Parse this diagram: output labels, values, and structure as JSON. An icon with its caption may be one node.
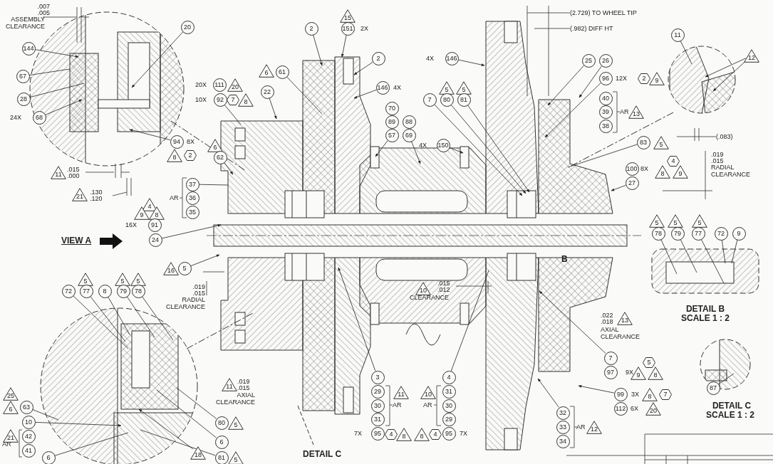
{
  "diagram": {
    "nodes": [
      {
        "text": [
          "15"
        ]
      },
      {
        "text": [
          "20"
        ]
      },
      {
        "text": [
          "2"
        ]
      },
      {
        "text": [
          "151"
        ]
      },
      {
        "text": [
          "144"
        ]
      },
      {
        "text": [
          "2"
        ]
      },
      {
        "text": [
          "146"
        ]
      },
      {
        "text": [
          "11"
        ]
      },
      {
        "text": [
          "12"
        ]
      },
      {
        "text": [
          "25"
        ]
      },
      {
        "text": [
          "26"
        ]
      },
      {
        "text": [
          "6"
        ]
      },
      {
        "text": [
          "61"
        ]
      },
      {
        "text": [
          "67"
        ]
      },
      {
        "text": [
          "96"
        ]
      },
      {
        "text": [
          "2"
        ]
      },
      {
        "text": [
          "9"
        ]
      },
      {
        "text": [
          "111"
        ]
      },
      {
        "text": [
          "20"
        ]
      },
      {
        "text": [
          "146"
        ]
      },
      {
        "text": [
          "5"
        ]
      },
      {
        "text": [
          "5"
        ]
      },
      {
        "text": [
          "22"
        ]
      },
      {
        "text": [
          "40"
        ]
      },
      {
        "text": [
          "28"
        ]
      },
      {
        "text": [
          "92"
        ]
      },
      {
        "text": [
          "7"
        ]
      },
      {
        "text": [
          "8"
        ]
      },
      {
        "text": [
          "7"
        ]
      },
      {
        "text": [
          "80"
        ]
      },
      {
        "text": [
          "81"
        ]
      },
      {
        "text": [
          "70"
        ]
      },
      {
        "text": [
          "39"
        ]
      },
      {
        "text": [
          "13"
        ]
      },
      {
        "text": [
          "68"
        ]
      },
      {
        "text": [
          "89"
        ]
      },
      {
        "text": [
          "88"
        ]
      },
      {
        "text": [
          "38"
        ]
      },
      {
        "text": [
          "57"
        ]
      },
      {
        "text": [
          "69"
        ]
      },
      {
        "text": [
          "94"
        ]
      },
      {
        "text": [
          "83"
        ]
      },
      {
        "text": [
          "5"
        ]
      },
      {
        "text": [
          "150"
        ]
      },
      {
        "text": [
          "6"
        ]
      },
      {
        "text": [
          "8"
        ]
      },
      {
        "text": [
          "2"
        ]
      },
      {
        "text": [
          "62"
        ]
      },
      {
        "text": [
          "4"
        ]
      },
      {
        "text": [
          "100"
        ]
      },
      {
        "text": [
          "8"
        ]
      },
      {
        "text": [
          "9"
        ]
      },
      {
        "text": [
          "11"
        ]
      },
      {
        "text": [
          "27"
        ]
      },
      {
        "text": [
          "37"
        ]
      },
      {
        "text": [
          "21"
        ]
      },
      {
        "text": [
          "36"
        ]
      },
      {
        "text": [
          "4"
        ]
      },
      {
        "text": [
          "35"
        ]
      },
      {
        "text": [
          "9"
        ]
      },
      {
        "text": [
          "8"
        ]
      },
      {
        "text": [
          "5"
        ]
      },
      {
        "text": [
          "5"
        ]
      },
      {
        "text": [
          "5"
        ]
      },
      {
        "text": [
          "91"
        ]
      },
      {
        "text": [
          "78"
        ]
      },
      {
        "text": [
          "79"
        ]
      },
      {
        "text": [
          "77"
        ]
      },
      {
        "text": [
          "72"
        ]
      },
      {
        "text": [
          "9"
        ]
      },
      {
        "text": [
          "24"
        ]
      },
      {
        "text": [
          "16"
        ]
      },
      {
        "text": [
          "5"
        ]
      },
      {
        "text": [
          "5"
        ]
      },
      {
        "text": [
          "5"
        ]
      },
      {
        "text": [
          "5"
        ]
      },
      {
        "text": [
          "10"
        ]
      },
      {
        "text": [
          "72"
        ]
      },
      {
        "text": [
          "77"
        ]
      },
      {
        "text": [
          "8"
        ]
      },
      {
        "text": [
          "79"
        ]
      },
      {
        "text": [
          "78"
        ]
      },
      {
        "text": [
          "13"
        ]
      },
      {
        "text": [
          "7"
        ]
      },
      {
        "text": [
          "5"
        ]
      },
      {
        "text": [
          "97"
        ]
      },
      {
        "text": [
          "9"
        ]
      },
      {
        "text": [
          "8"
        ]
      },
      {
        "text": [
          "3"
        ]
      },
      {
        "text": [
          "4"
        ]
      },
      {
        "text": [
          "11"
        ]
      },
      {
        "text": [
          "87"
        ]
      },
      {
        "text": [
          "29"
        ]
      },
      {
        "text": [
          "31"
        ]
      },
      {
        "text": [
          "11"
        ]
      },
      {
        "text": [
          "10"
        ]
      },
      {
        "text": [
          "25"
        ]
      },
      {
        "text": [
          "99"
        ]
      },
      {
        "text": [
          "8"
        ]
      },
      {
        "text": [
          "7"
        ]
      },
      {
        "text": [
          "30"
        ]
      },
      {
        "text": [
          "30"
        ]
      },
      {
        "text": [
          "6"
        ]
      },
      {
        "text": [
          "63"
        ]
      },
      {
        "text": [
          "112"
        ]
      },
      {
        "text": [
          "20"
        ]
      },
      {
        "text": [
          "32"
        ]
      },
      {
        "text": [
          "31"
        ]
      },
      {
        "text": [
          "29"
        ]
      },
      {
        "text": [
          "10"
        ]
      },
      {
        "text": [
          "80"
        ]
      },
      {
        "text": [
          "5"
        ]
      },
      {
        "text": [
          "33"
        ]
      },
      {
        "text": [
          "12"
        ]
      },
      {
        "text": [
          "95"
        ]
      },
      {
        "text": [
          "4"
        ]
      },
      {
        "text": [
          "8"
        ]
      },
      {
        "text": [
          "8"
        ]
      },
      {
        "text": [
          "4"
        ]
      },
      {
        "text": [
          "95"
        ]
      },
      {
        "text": [
          "21"
        ]
      },
      {
        "text": [
          "42"
        ]
      },
      {
        "text": [
          "6"
        ]
      },
      {
        "text": [
          "34"
        ]
      },
      {
        "text": [
          "41"
        ]
      },
      {
        "text": [
          "18"
        ]
      },
      {
        "text": [
          "6"
        ]
      },
      {
        "text": [
          "81"
        ]
      },
      {
        "text": [
          "5"
        ]
      }
    ],
    "edges": [
      {
        "from": 1,
        "to": null,
        "arrow": "to"
      },
      {
        "from": 2,
        "to": null,
        "arrow": "to"
      },
      {
        "from": 3,
        "to": null,
        "arrow": "to"
      },
      {
        "from": 4,
        "to": null,
        "arrow": "to"
      },
      {
        "from": 5,
        "to": null,
        "arrow": "to"
      },
      {
        "from": 6,
        "to": null,
        "arrow": "to"
      },
      {
        "from": 7,
        "to": null,
        "arrow": "none"
      },
      {
        "from": 8,
        "to": null,
        "arrow": "to"
      },
      {
        "from": 8,
        "to": null,
        "arrow": "to"
      },
      {
        "from": 9,
        "to": null,
        "arrow": "to"
      },
      {
        "from": 10,
        "to": null,
        "arrow": "to"
      },
      {
        "from": 12,
        "to": null,
        "arrow": "none"
      },
      {
        "from": 13,
        "to": null,
        "arrow": "none"
      },
      {
        "from": 14,
        "to": null,
        "arrow": "to"
      },
      {
        "from": 19,
        "to": null,
        "arrow": "to"
      },
      {
        "from": 22,
        "to": null,
        "arrow": "to"
      },
      {
        "from": 24,
        "to": null,
        "arrow": "none"
      },
      {
        "from": 25,
        "to": null,
        "arrow": "none"
      },
      {
        "from": 28,
        "to": null,
        "arrow": "to"
      },
      {
        "from": 29,
        "to": null,
        "arrow": "to"
      },
      {
        "from": 30,
        "to": null,
        "arrow": "to"
      },
      {
        "from": 34,
        "to": null,
        "arrow": "to"
      },
      {
        "from": 38,
        "to": null,
        "arrow": "to"
      },
      {
        "from": 39,
        "to": null,
        "arrow": "to"
      },
      {
        "from": 40,
        "to": null,
        "arrow": "to"
      },
      {
        "from": 41,
        "to": null,
        "arrow": "none"
      },
      {
        "from": 43,
        "to": null,
        "arrow": "to"
      },
      {
        "from": 47,
        "to": null,
        "arrow": "to"
      },
      {
        "from": 53,
        "to": null,
        "arrow": "to"
      },
      {
        "from": 54,
        "to": null,
        "arrow": "none"
      },
      {
        "from": 65,
        "to": null,
        "arrow": "none"
      },
      {
        "from": 66,
        "to": null,
        "arrow": "none"
      },
      {
        "from": 67,
        "to": null,
        "arrow": "none"
      },
      {
        "from": 68,
        "to": null,
        "arrow": "none"
      },
      {
        "from": 69,
        "to": null,
        "arrow": "none"
      },
      {
        "from": 70,
        "to": null,
        "arrow": "to"
      },
      {
        "from": 72,
        "to": null,
        "arrow": "to"
      },
      {
        "from": 77,
        "to": null,
        "arrow": "none"
      },
      {
        "from": 78,
        "to": null,
        "arrow": "none"
      },
      {
        "from": 79,
        "to": null,
        "arrow": "none"
      },
      {
        "from": 80,
        "to": null,
        "arrow": "none"
      },
      {
        "from": 81,
        "to": null,
        "arrow": "none"
      },
      {
        "from": 83,
        "to": null,
        "arrow": "to"
      },
      {
        "from": 88,
        "to": null,
        "arrow": "to"
      },
      {
        "from": 89,
        "to": null,
        "arrow": "none"
      },
      {
        "from": 91,
        "to": null,
        "arrow": "none"
      },
      {
        "from": 97,
        "to": null,
        "arrow": "to"
      },
      {
        "from": 103,
        "to": null,
        "arrow": "none"
      },
      {
        "from": 106,
        "to": null,
        "arrow": "to"
      },
      {
        "from": 109,
        "to": null,
        "arrow": "to"
      },
      {
        "from": 110,
        "to": null,
        "arrow": "none"
      },
      {
        "from": 122,
        "to": null,
        "arrow": "none"
      },
      {
        "from": 125,
        "to": null,
        "arrow": "to"
      },
      {
        "from": 126,
        "to": null,
        "arrow": "none"
      },
      {
        "from": 127,
        "to": null,
        "arrow": "none"
      }
    ],
    "labels": [
      ".007",
      ".005",
      "ASSEMBLY CLEARANCE",
      "(2.729) TO WHEEL TIP",
      "2X",
      "(.982) DIFF HT",
      "4X",
      "12X",
      "20X",
      "4X",
      "10X",
      "AR",
      "24X",
      "(.083)",
      "4X",
      "8X",
      ".019",
      ".015",
      "RADIAL CLEARANCE",
      ".015",
      ".000",
      "8X",
      "AR",
      ".130",
      ".120",
      "16X",
      "VIEW A",
      "B",
      ".019",
      ".015",
      "RADIAL CLEARANCE",
      ".015",
      ".012",
      "CLEARANCE",
      "DETAIL B",
      "SCALE 1 : 2",
      ".022",
      ".018",
      "AXIAL CLEARANCE",
      "9X",
      "AR",
      "AR",
      ".019",
      ".015",
      "AXIAL CLEARANCE",
      "3X",
      "6X",
      "DETAIL C",
      "SCALE 1 : 2",
      "AR",
      "7X",
      "7X",
      "AR",
      "DETAIL C"
    ]
  }
}
